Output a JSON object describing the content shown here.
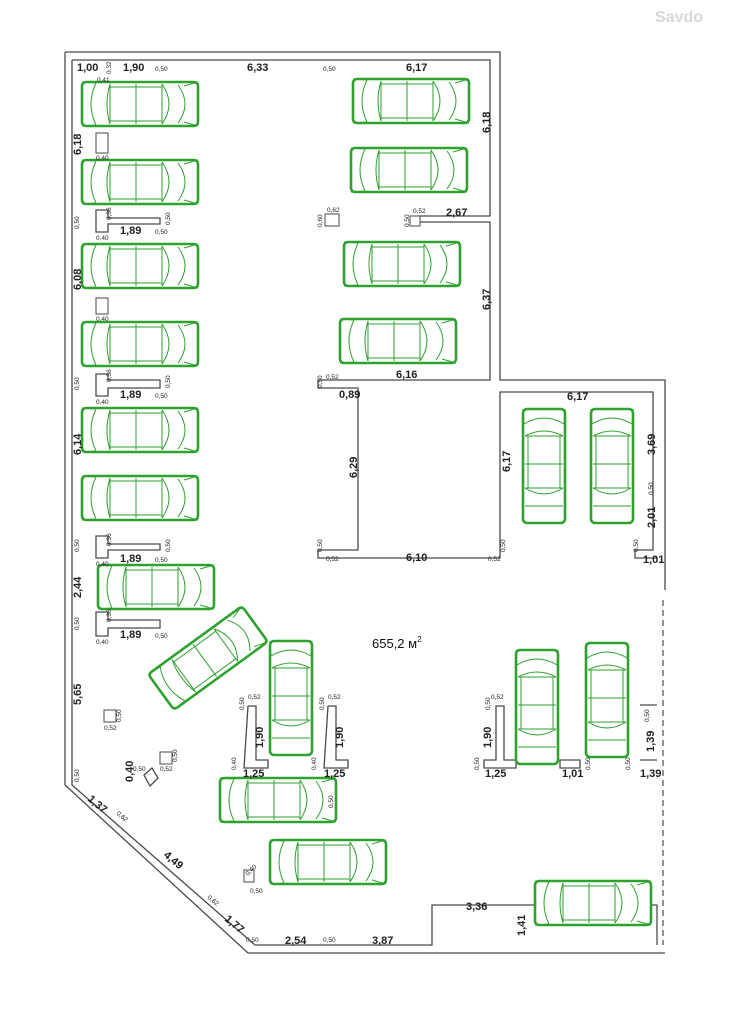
{
  "watermark": "Savdo",
  "area_label": "655,2 м",
  "area_sup": "2",
  "colors": {
    "car": "#2ea12e",
    "wall": "#4a4a4a",
    "text": "#222222"
  },
  "dimensions": {
    "d1": "1,00",
    "d2": "0,32",
    "d3": "0,41",
    "d4": "1,90",
    "d5": "0,50",
    "d6": "6,33",
    "d7": "0,50",
    "d8": "6,17",
    "d9": "6,18",
    "d10": "0,40",
    "d11": "6,18",
    "d12": "0,60",
    "d13": "0,62",
    "d14": "0,50",
    "d15": "0,52",
    "d16": "2,67",
    "d17": "0,50",
    "d18": "0,36",
    "d19": "0,50",
    "d20": "0,40",
    "d21": "1,89",
    "d22": "0,50",
    "d23": "6,08",
    "d24": "0,40",
    "d25": "6,37",
    "d26": "0,50",
    "d27": "0,52",
    "d28": "6,16",
    "d29": "0,50",
    "d30": "0,36",
    "d31": "0,50",
    "d32": "0,40",
    "d33": "1,89",
    "d34": "0,50",
    "d35": "0,89",
    "d36": "6,17",
    "d37": "6,14",
    "d38": "6,29",
    "d39": "6,17",
    "d40": "3,69",
    "d41": "0,50",
    "d42": "2,01",
    "d43": "0,50",
    "d44": "0,36",
    "d45": "0,50",
    "d46": "0,40",
    "d47": "1,89",
    "d48": "0,50",
    "d49": "0,50",
    "d50": "0,52",
    "d51": "6,10",
    "d52": "0,52",
    "d53": "0,50",
    "d54": "0,50",
    "d55": "1,01",
    "d56": "2,44",
    "d57": "0,50",
    "d58": "0,36",
    "d59": "0,40",
    "d60": "1,89",
    "d61": "0,50",
    "d62": "5,65",
    "d63": "0,50",
    "d64": "0,52",
    "d65": "0,50",
    "d66": "0,52",
    "d67": "1,90",
    "d68": "0,50",
    "d69": "0,52",
    "d70": "1,90",
    "d71": "0,50",
    "d72": "0,52",
    "d73": "1,90",
    "d74": "0,50",
    "d75": "1,39",
    "d76": "0,40",
    "d77": "1,25",
    "d78": "0,40",
    "d79": "1,25",
    "d80": "0,50",
    "d81": "1,25",
    "d82": "1,01",
    "d83": "0,50",
    "d84": "0,50",
    "d85": "1,39",
    "d86": "0,50",
    "d87": "0,52",
    "d88": "0,40",
    "d89": "0,50",
    "d90": "0,50",
    "d91": "1,37",
    "d92": "0,62",
    "d93": "4,49",
    "d94": "0,40",
    "d95": "0,50",
    "d96": "0,62",
    "d97": "1,77",
    "d98": "3,36",
    "d99": "1,41",
    "d100": "0,50",
    "d101": "2,54",
    "d102": "0,50",
    "d103": "3,87",
    "d104": "0,50"
  }
}
